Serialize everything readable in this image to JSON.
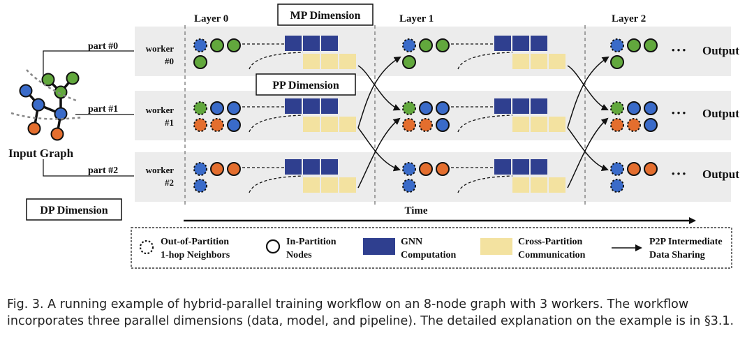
{
  "figure": {
    "layers": [
      "Layer 0",
      "Layer 1",
      "Layer 2"
    ],
    "dimensions": {
      "mp": "MP Dimension",
      "pp": "PP Dimension",
      "dp": "DP Dimension"
    },
    "input_graph": "Input Graph",
    "parts": [
      "part #0",
      "part #1",
      "part #2"
    ],
    "workers": [
      [
        "worker",
        "#0"
      ],
      [
        "worker",
        "#1"
      ],
      [
        "worker",
        "#2"
      ]
    ],
    "output_label": "Output",
    "ellipsis": "• • •",
    "time_label": "Time",
    "colors": {
      "blue": "#3a6bc9",
      "green": "#62a83d",
      "orange": "#e46e2e",
      "gnn": "#2f3f8f",
      "comm": "#f3e2a0",
      "band": "#ececec"
    },
    "legend": {
      "out_of_partition": [
        "Out-of-Partition",
        "1-hop Neighbors"
      ],
      "in_partition": [
        "In-Partition",
        "Nodes"
      ],
      "gnn": [
        "GNN",
        "Computation"
      ],
      "comm": [
        "Cross-Partition",
        "Communication"
      ],
      "p2p": [
        "P2P Intermediate",
        "Data Sharing"
      ]
    }
  },
  "caption": "Fig. 3.  A running example of hybrid-parallel training workflow on an 8-node graph with 3 workers. The workflow incorporates three parallel dimensions (data, model, and pipeline). The detailed explanation on the example is in §3.1."
}
